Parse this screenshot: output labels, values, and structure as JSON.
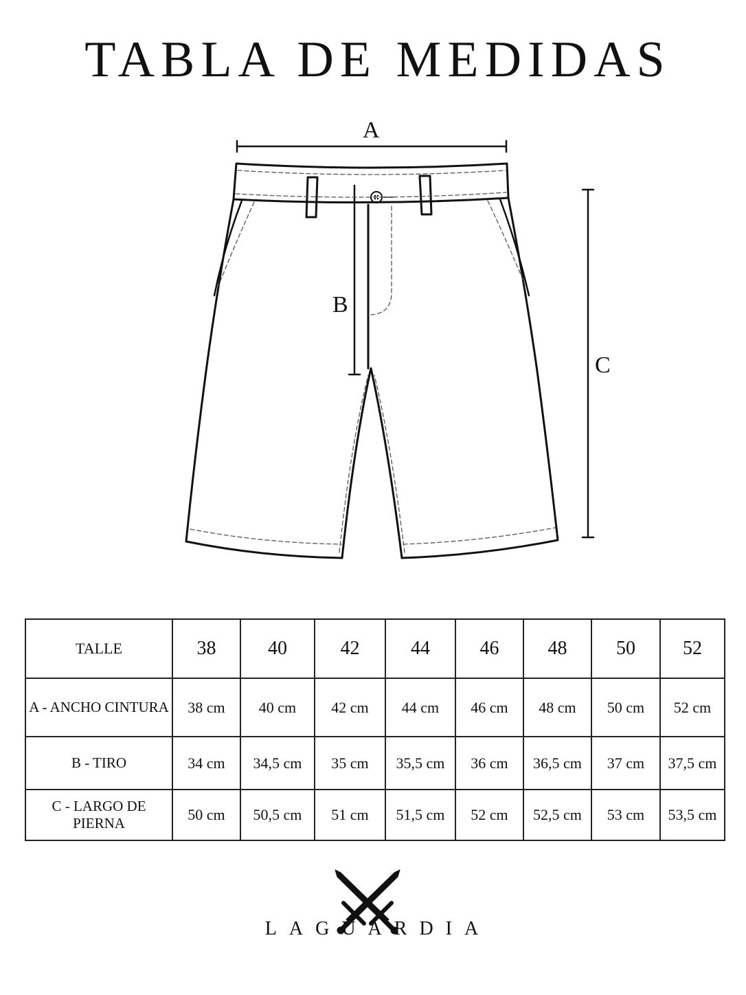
{
  "title": "TABLA DE MEDIDAS",
  "diagram": {
    "labels": {
      "a": "A",
      "b": "B",
      "c": "C"
    }
  },
  "table": {
    "header_label": "TALLE",
    "sizes": [
      "38",
      "40",
      "42",
      "44",
      "46",
      "48",
      "50",
      "52"
    ],
    "rows": [
      {
        "label": "A - ANCHO CINTURA",
        "values": [
          "38 cm",
          "40 cm",
          "42 cm",
          "44 cm",
          "46 cm",
          "48 cm",
          "50 cm",
          "52 cm"
        ]
      },
      {
        "label": "B - TIRO",
        "values": [
          "34 cm",
          "34,5 cm",
          "35 cm",
          "35,5 cm",
          "36 cm",
          "36,5 cm",
          "37 cm",
          "37,5 cm"
        ]
      },
      {
        "label": "C - LARGO DE PIERNA",
        "values": [
          "50 cm",
          "50,5 cm",
          "51 cm",
          "51,5 cm",
          "52 cm",
          "52,5 cm",
          "53 cm",
          "53,5 cm"
        ]
      }
    ]
  },
  "brand": {
    "name": "LAGUARDIA",
    "logo_icon": "crossed-swords-icon"
  }
}
